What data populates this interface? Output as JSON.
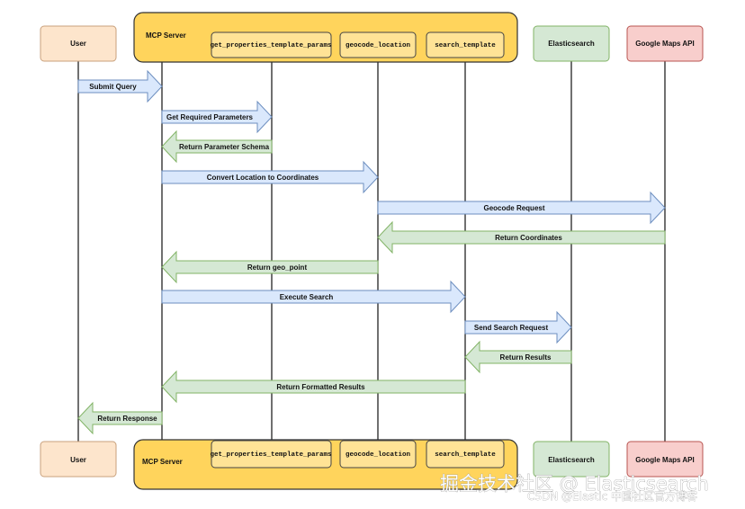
{
  "colors": {
    "user_fill": "#fde5cc",
    "user_stroke": "#c9a17d",
    "mcp_fill": "#ffd45c",
    "mcp_stroke": "#333333",
    "tool_fill": "#ffe396",
    "tool_stroke": "#444444",
    "es_fill": "#d5e8d4",
    "es_stroke": "#82b366",
    "gm_fill": "#f8cecc",
    "gm_stroke": "#b85450",
    "arrow_blue": "#dae8fc",
    "arrow_blue_stroke": "#6c8ebf",
    "arrow_green": "#d5e8d4",
    "arrow_green_stroke": "#82b366"
  },
  "participants": {
    "user": "User",
    "mcp_server": "MCP Server",
    "get_params": "get_properties_template_params",
    "geocode": "geocode_location",
    "search": "search_template",
    "elasticsearch": "Elasticsearch",
    "google_maps": "Google Maps API"
  },
  "messages": [
    {
      "from": "user",
      "to": "mcp",
      "label": "Submit Query",
      "kind": "request"
    },
    {
      "from": "mcp",
      "to": "get_params",
      "label": "Get Required Parameters",
      "kind": "request"
    },
    {
      "from": "get_params",
      "to": "mcp",
      "label": "Return Parameter Schema",
      "kind": "response"
    },
    {
      "from": "mcp",
      "to": "geocode",
      "label": "Convert Location to Coordinates",
      "kind": "request"
    },
    {
      "from": "geocode",
      "to": "google_maps",
      "label": "Geocode Request",
      "kind": "request"
    },
    {
      "from": "google_maps",
      "to": "geocode",
      "label": "Return Coordinates",
      "kind": "response"
    },
    {
      "from": "geocode",
      "to": "mcp",
      "label": "Return geo_point",
      "kind": "response"
    },
    {
      "from": "mcp",
      "to": "search",
      "label": "Execute Search",
      "kind": "request"
    },
    {
      "from": "search",
      "to": "elasticsearch",
      "label": "Send Search Request",
      "kind": "request"
    },
    {
      "from": "elasticsearch",
      "to": "search",
      "label": "Return Results",
      "kind": "response"
    },
    {
      "from": "search",
      "to": "mcp",
      "label": "Return Formatted Results",
      "kind": "response"
    },
    {
      "from": "mcp",
      "to": "user",
      "label": "Return Response",
      "kind": "response"
    }
  ],
  "watermark": {
    "main": "掘金技术社区 @ Elasticsearch",
    "sub": "CSDN @Elastic 中国社区官方博客"
  }
}
